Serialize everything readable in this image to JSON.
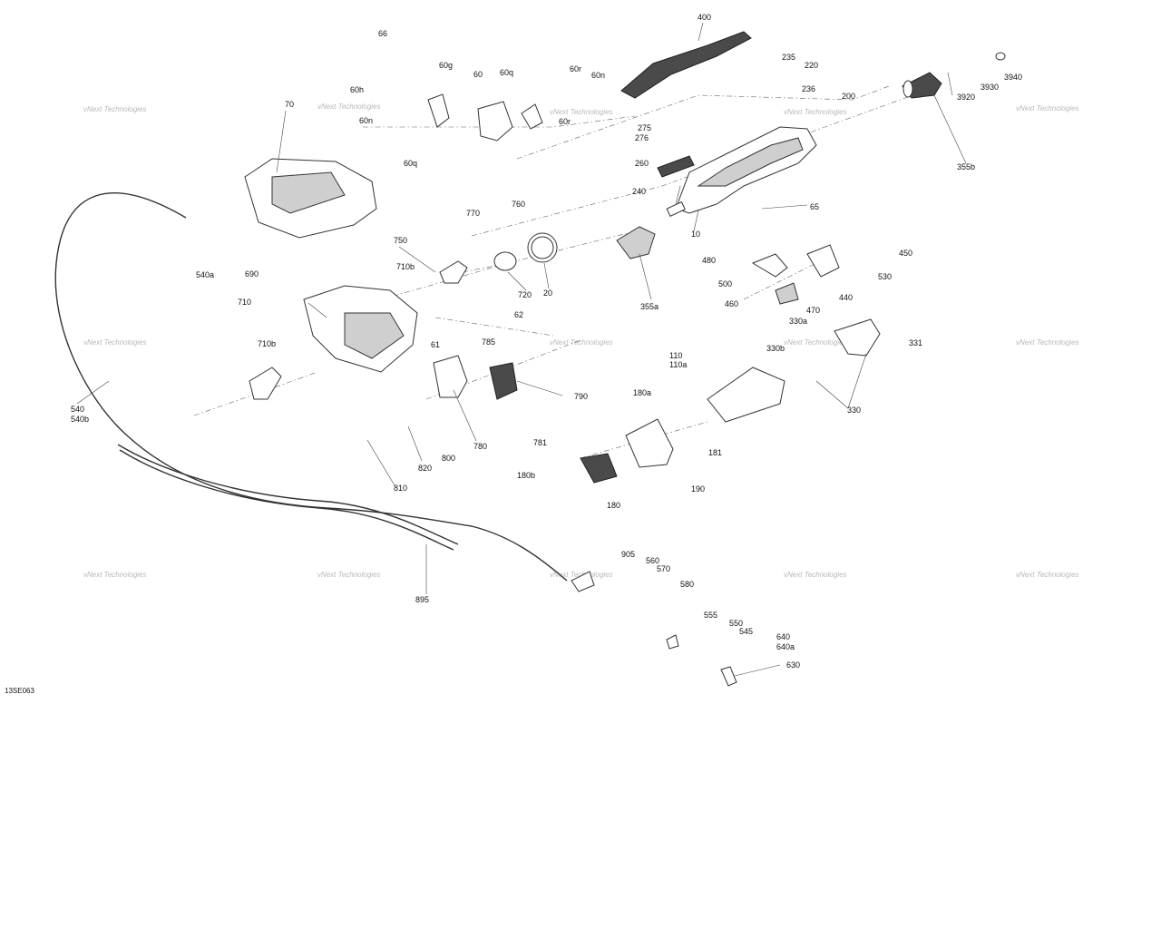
{
  "diagram": {
    "reference_code": "13SE063",
    "watermark_text": "vNext Technologies",
    "callouts": [
      "66",
      "60g",
      "60h",
      "60",
      "60q",
      "60r",
      "60n",
      "60n",
      "60q",
      "60r",
      "70",
      "400",
      "235",
      "220",
      "236",
      "200",
      "3940",
      "3920",
      "3930",
      "355b",
      "275",
      "276",
      "260",
      "240",
      "10",
      "65",
      "770",
      "760",
      "750",
      "710b",
      "690",
      "710",
      "720",
      "20",
      "355a",
      "62",
      "61",
      "710b",
      "480",
      "500",
      "460",
      "470",
      "440",
      "450",
      "530",
      "540a",
      "540",
      "540b",
      "785",
      "790",
      "780",
      "781",
      "800",
      "820",
      "810",
      "110",
      "110a",
      "180a",
      "181",
      "180b",
      "190",
      "180",
      "330a",
      "330b",
      "331",
      "330",
      "895",
      "905",
      "560",
      "570",
      "580",
      "555",
      "550",
      "545",
      "640",
      "640a",
      "630"
    ]
  }
}
